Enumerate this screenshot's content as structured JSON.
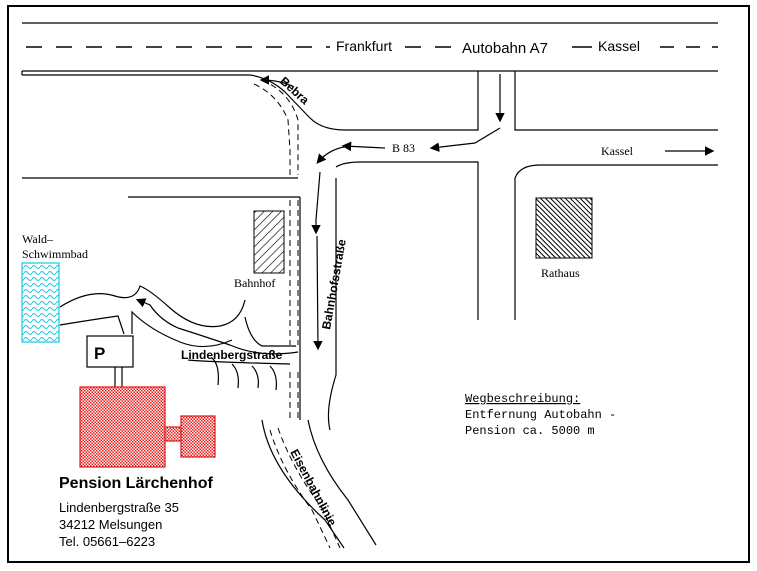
{
  "colors": {
    "background": "#ffffff",
    "ink": "#000000",
    "pension": "#e01818",
    "pool": "#19c8e0"
  },
  "highway": {
    "left_city": "Frankfurt",
    "name": "Autobahn A7",
    "right_city": "Kassel"
  },
  "roads": {
    "bebra": "Bebra",
    "b83": "B 83",
    "kassel": "Kassel",
    "bahnhofstrasse": "Bahnhofsstraße",
    "lindenbergstrasse": "Lindenbergstraße",
    "eisenbahnlinie": "Eisenbahnlinie"
  },
  "places": {
    "pool_line1": "Wald–",
    "pool_line2": "Schwimmbad",
    "station": "Bahnhof",
    "town_hall": "Rathaus",
    "parking": "P"
  },
  "pension": {
    "name": "Pension Lärchenhof",
    "street": "Lindenbergstraße 35",
    "city": "34212 Melsungen",
    "phone": "Tel. 05661–6223"
  },
  "directions": {
    "title": "Wegbeschreibung:",
    "line1": "Entfernung Autobahn -",
    "line2": "Pension ca. 5000 m"
  },
  "icons": {
    "hatched-building": "diagonal hatch",
    "pool": "wave pattern",
    "route-arrow": "arrow"
  }
}
